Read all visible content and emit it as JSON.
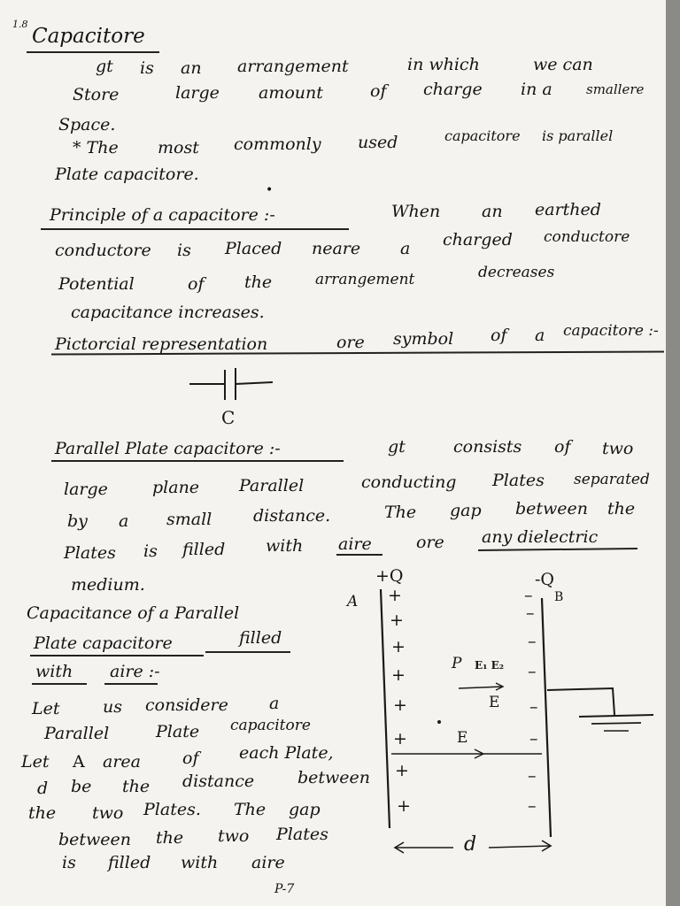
{
  "header_mark": "1.8",
  "title": "Capacitore",
  "intro": {
    "line1": [
      "gt",
      "is",
      "an",
      "arrangement",
      "in which",
      "we can"
    ],
    "line2": [
      "Store",
      "large",
      "amount",
      "of",
      "charge",
      "in a",
      "smallere"
    ],
    "line3": "Space.",
    "line4": [
      "* The",
      "most",
      "commonly",
      "used",
      "capacitore",
      "is parallel"
    ],
    "line5": "Plate capacitore."
  },
  "principle": {
    "heading": "Principle of a capacitore :-",
    "line1_rest": [
      "When",
      "an",
      "earthed"
    ],
    "line2": [
      "conductore",
      "is",
      "Placed",
      "neare",
      "a",
      "charged",
      "conductore"
    ],
    "line3": [
      "Potential",
      "of",
      "the",
      "arrangement",
      "decreases"
    ],
    "line4": "capacitance  increases."
  },
  "pictorial": {
    "heading": "Pictorcial  representation",
    "heading_rest": [
      "ore",
      "symbol",
      "of",
      "a",
      "capacitore :-"
    ],
    "symbol_label": "C"
  },
  "parallel": {
    "heading": "Parallel  Plate  capacitore :-",
    "line1_rest": [
      "gt",
      "consists",
      "of",
      "two"
    ],
    "line2": [
      "large",
      "plane",
      "Parallel",
      "conducting",
      "Plates",
      "separated"
    ],
    "line3": [
      "by",
      "a",
      "small",
      "distance.",
      "The",
      "gap",
      "between",
      "the"
    ],
    "line4": [
      "Plates",
      "is",
      "filled",
      "with",
      "aire",
      "ore",
      "any dielectric"
    ],
    "line5": "medium."
  },
  "capacitance_air": {
    "heading_l1": "Capacitance of  a  Parallel",
    "heading_l2a": "Plate  capacitore",
    "heading_l2b": "filled",
    "heading_l3a": "with",
    "heading_l3b": "aire :-"
  },
  "derivation": {
    "l1": [
      "Let",
      "us",
      "considere",
      "a"
    ],
    "l2": [
      "Parallel",
      "Plate",
      "capacitore"
    ],
    "l3": [
      "Let",
      "A",
      "area",
      "of",
      "each Plate,"
    ],
    "l4": [
      "d",
      "be",
      "the",
      "distance",
      "between"
    ],
    "l5": [
      "the",
      "two",
      "Plates.",
      "The",
      "gap"
    ],
    "l6": [
      "between",
      "the",
      "two",
      "Plates"
    ],
    "l7": [
      "is",
      "filled",
      "with",
      "aire"
    ]
  },
  "diagram": {
    "plus_q": "+Q",
    "minus_q": "-Q",
    "plate_a": "A",
    "plate_b": "B",
    "plus_sign": "+",
    "minus_sign": "–",
    "point_p": "P",
    "e1e2": "E₁ E₂",
    "e_vec": "E",
    "distance": "d"
  },
  "page_number": "P-7"
}
